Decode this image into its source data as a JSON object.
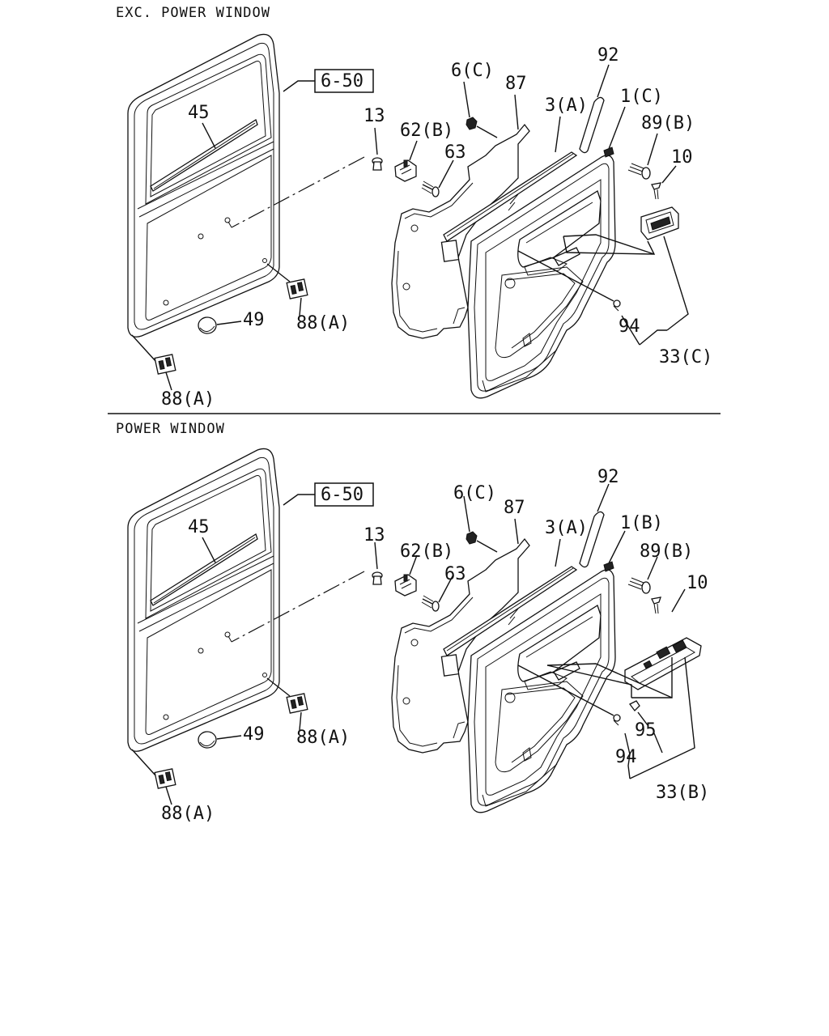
{
  "sections": [
    {
      "title": "EXC. POWER WINDOW",
      "ref_box": "6-50",
      "labels": {
        "l45": "45",
        "l49": "49",
        "l88a_1": "88(A)",
        "l88a_2": "88(A)",
        "l13": "13",
        "l62b": "62(B)",
        "l63": "63",
        "l6c": "6(C)",
        "l87": "87",
        "l3a": "3(A)",
        "l92": "92",
        "l1": "1(C)",
        "l89b": "89(B)",
        "l10": "10",
        "l94": "94",
        "l33": "33(C)"
      }
    },
    {
      "title": "POWER WINDOW",
      "ref_box": "6-50",
      "labels": {
        "l45": "45",
        "l49": "49",
        "l88a_1": "88(A)",
        "l88a_2": "88(A)",
        "l13": "13",
        "l62b": "62(B)",
        "l63": "63",
        "l6c": "6(C)",
        "l87": "87",
        "l3a": "3(A)",
        "l92": "92",
        "l1": "1(B)",
        "l89b": "89(B)",
        "l10": "10",
        "l94": "94",
        "l95": "95",
        "l33": "33(B)"
      }
    }
  ]
}
